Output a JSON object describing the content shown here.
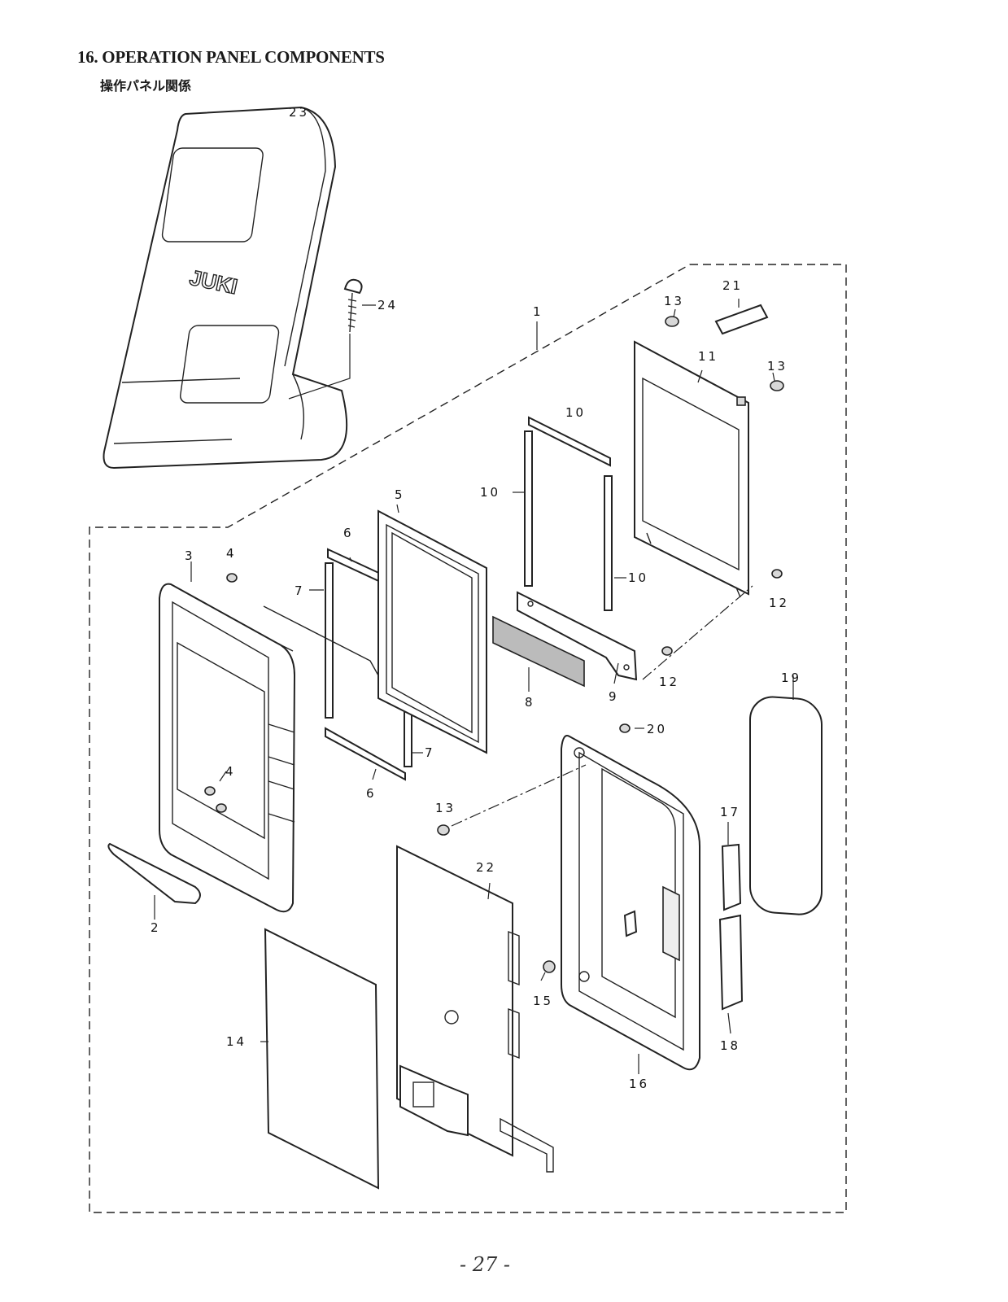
{
  "header": {
    "title": "16. OPERATION PANEL COMPONENTS",
    "subtitle": "操作パネル関係"
  },
  "footer": {
    "page_number": "- 27 -"
  },
  "diagram": {
    "logo_text": "JUKI",
    "part_labels": {
      "p1": "1",
      "p2": "2",
      "p3": "3",
      "p4a": "4",
      "p4b": "4",
      "p5": "5",
      "p6a": "6",
      "p6b": "6",
      "p7a": "7",
      "p7b": "7",
      "p8": "8",
      "p9": "9",
      "p10a": "10",
      "p10b": "10",
      "p10c": "10",
      "p11": "11",
      "p12a": "12",
      "p12b": "12",
      "p13a": "13",
      "p13b": "13",
      "p13c": "13",
      "p14": "14",
      "p15": "15",
      "p16": "16",
      "p17": "17",
      "p18": "18",
      "p19": "19",
      "p20": "20",
      "p21": "21",
      "p22": "22",
      "p23": "23",
      "p24": "24"
    }
  }
}
